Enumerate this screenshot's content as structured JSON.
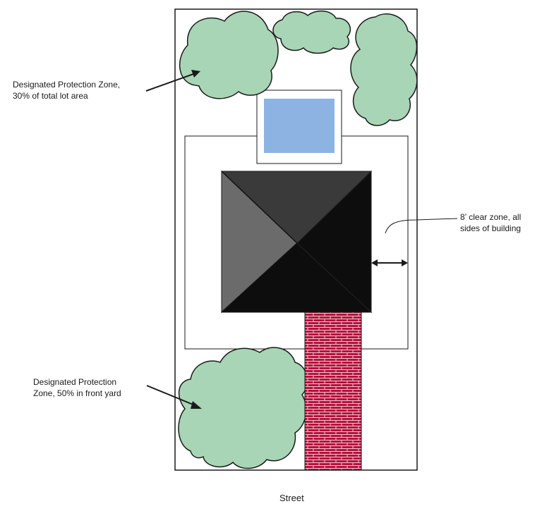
{
  "labels": {
    "protection_zone_rear": {
      "line1": "Designated Protection Zone,",
      "line2": "30% of total lot area"
    },
    "clear_zone": {
      "line1": "8’ clear zone, all",
      "line2": "sides of building"
    },
    "protection_zone_front": {
      "line1": "Designated Protection",
      "line2": "Zone, 50% in front yard"
    },
    "street": "Street"
  },
  "colors": {
    "tree_fill": "#a8d5b5",
    "tree_stroke": "#1a1a1a",
    "pool_water": "#8db3e2",
    "roof_dark": "#0d0d0d",
    "roof_mid": "#3a3a3a",
    "roof_light": "#6b6b6b",
    "walkway_brick": "#b3123c",
    "mortar": "#f3c7d2",
    "outline": "#1a1a1a"
  }
}
